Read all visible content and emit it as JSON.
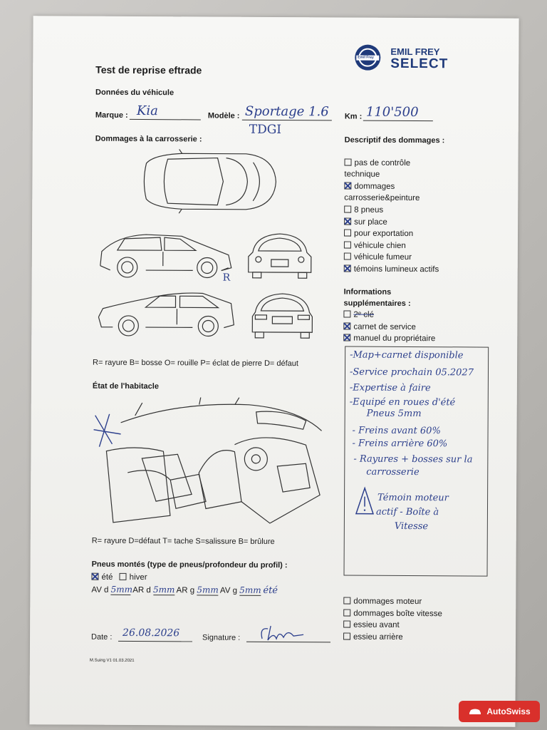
{
  "header": {
    "title": "Test de reprise eftrade",
    "logo_badge_text": "Emil Frey",
    "logo_line1": "EMIL FREY",
    "logo_line2": "SELECT"
  },
  "vehicle": {
    "section": "Données du véhicule",
    "brand_label": "Marque :",
    "brand_value": "Kia",
    "model_label": "Modèle :",
    "model_value": "Sportage 1.6",
    "model_value2": "TDGI",
    "km_label": "Km :",
    "km_value": "110'500"
  },
  "body_damage": {
    "title": "Dommages à la carrosserie :",
    "mark": "R",
    "legend": "R= rayure B= bosse O= rouille P= éclat de pierre D= défaut"
  },
  "damage_desc": {
    "title": "Descriptif des dommages :",
    "items": [
      {
        "label": "pas de contrôle",
        "label2": "technique",
        "checked": false
      },
      {
        "label": "dommages",
        "label2": "carrosserie&peinture",
        "checked": true
      },
      {
        "label": "8 pneus",
        "checked": false
      },
      {
        "label": "sur place",
        "checked": true
      },
      {
        "label": "pour exportation",
        "checked": false
      },
      {
        "label": "véhicule chien",
        "checked": false
      },
      {
        "label": "véhicule fumeur",
        "checked": false
      },
      {
        "label": "témoins lumineux actifs",
        "checked": true
      }
    ]
  },
  "extra_info": {
    "title1": "Informations",
    "title2": "supplémentaires :",
    "items": [
      {
        "label": "2ᵉ clé",
        "checked": false,
        "struck": true
      },
      {
        "label": "carnet de service",
        "checked": true
      },
      {
        "label": "manuel du propriétaire",
        "checked": true
      }
    ]
  },
  "notes": [
    "-Map+carnet disponible",
    "-Service prochain 05.2027",
    "-Expertise à faire",
    "-Equipé en roues d'été",
    "Pneus 5mm",
    "- Freins avant 60%",
    "- Freins arrière 60%",
    "- Rayures + bosses sur la",
    "carrosserie",
    "Témoin moteur",
    "actif - Boîte à",
    "Vitesse"
  ],
  "interior": {
    "title": "État de l'habitacle",
    "legend": "R= rayure D=défaut T= tache S=salissure B= brûlure"
  },
  "tires": {
    "title": "Pneus montés (type de pneus/profondeur du profil) :",
    "summer": "été",
    "winter": "hiver",
    "summer_checked": true,
    "av_d": "AV d",
    "ar_d": "AR d",
    "ar_g": "AR g",
    "av_g": "AV g",
    "val_av_d": "5mm",
    "val_ar_d": "5mm",
    "val_ar_g": "5mm",
    "val_av_g": "5mm",
    "season_note": "été"
  },
  "other_damage": [
    {
      "label": "dommages moteur",
      "checked": false
    },
    {
      "label": "dommages boîte vitesse",
      "checked": false
    },
    {
      "label": "essieu avant",
      "checked": false
    },
    {
      "label": "essieu arrière",
      "checked": false
    }
  ],
  "footer": {
    "date_label": "Date :",
    "date_value": "26.08.2026",
    "signature_label": "Signature :",
    "version": "M.Suing V1 01.03.2021"
  },
  "watermark": "AutoSwiss"
}
